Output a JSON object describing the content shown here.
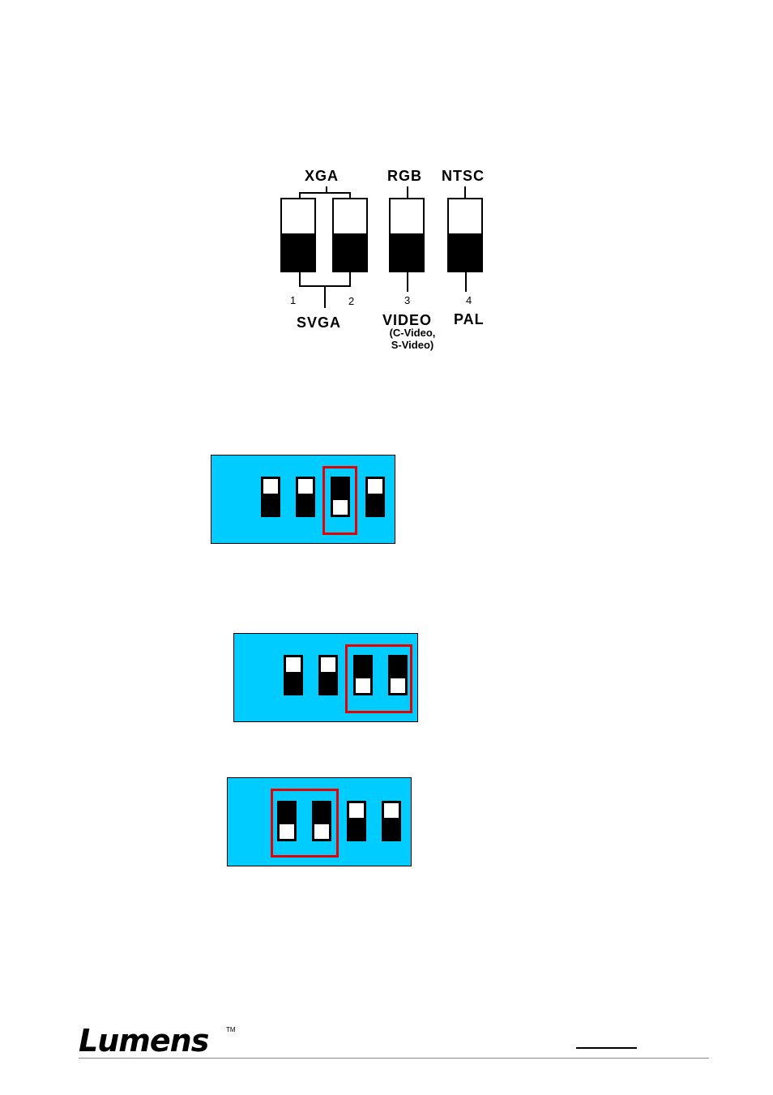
{
  "diagram": {
    "xga_label": "XGA",
    "rgb_label": "RGB",
    "ntsc_label": "NTSC",
    "switch_numbers": [
      "1",
      "2",
      "3",
      "4"
    ],
    "svga_label": "SVGA",
    "video_label": "VIDEO",
    "video_sub_1": "(C-Video,",
    "video_sub_2": "S-Video)",
    "pal_label": "PAL"
  },
  "panels": [
    {
      "switches": [
        "up",
        "up",
        "down",
        "up"
      ],
      "highlighted": [
        3
      ]
    },
    {
      "switches": [
        "up",
        "up",
        "down",
        "down"
      ],
      "highlighted": [
        3,
        4
      ]
    },
    {
      "switches": [
        "down",
        "down",
        "up",
        "up"
      ],
      "highlighted": [
        1,
        2
      ]
    }
  ],
  "footer": {
    "logo_text": "Lumens",
    "trademark": "TM"
  },
  "colors": {
    "panel_bg": "#00ccff",
    "highlight": "#e60000"
  }
}
